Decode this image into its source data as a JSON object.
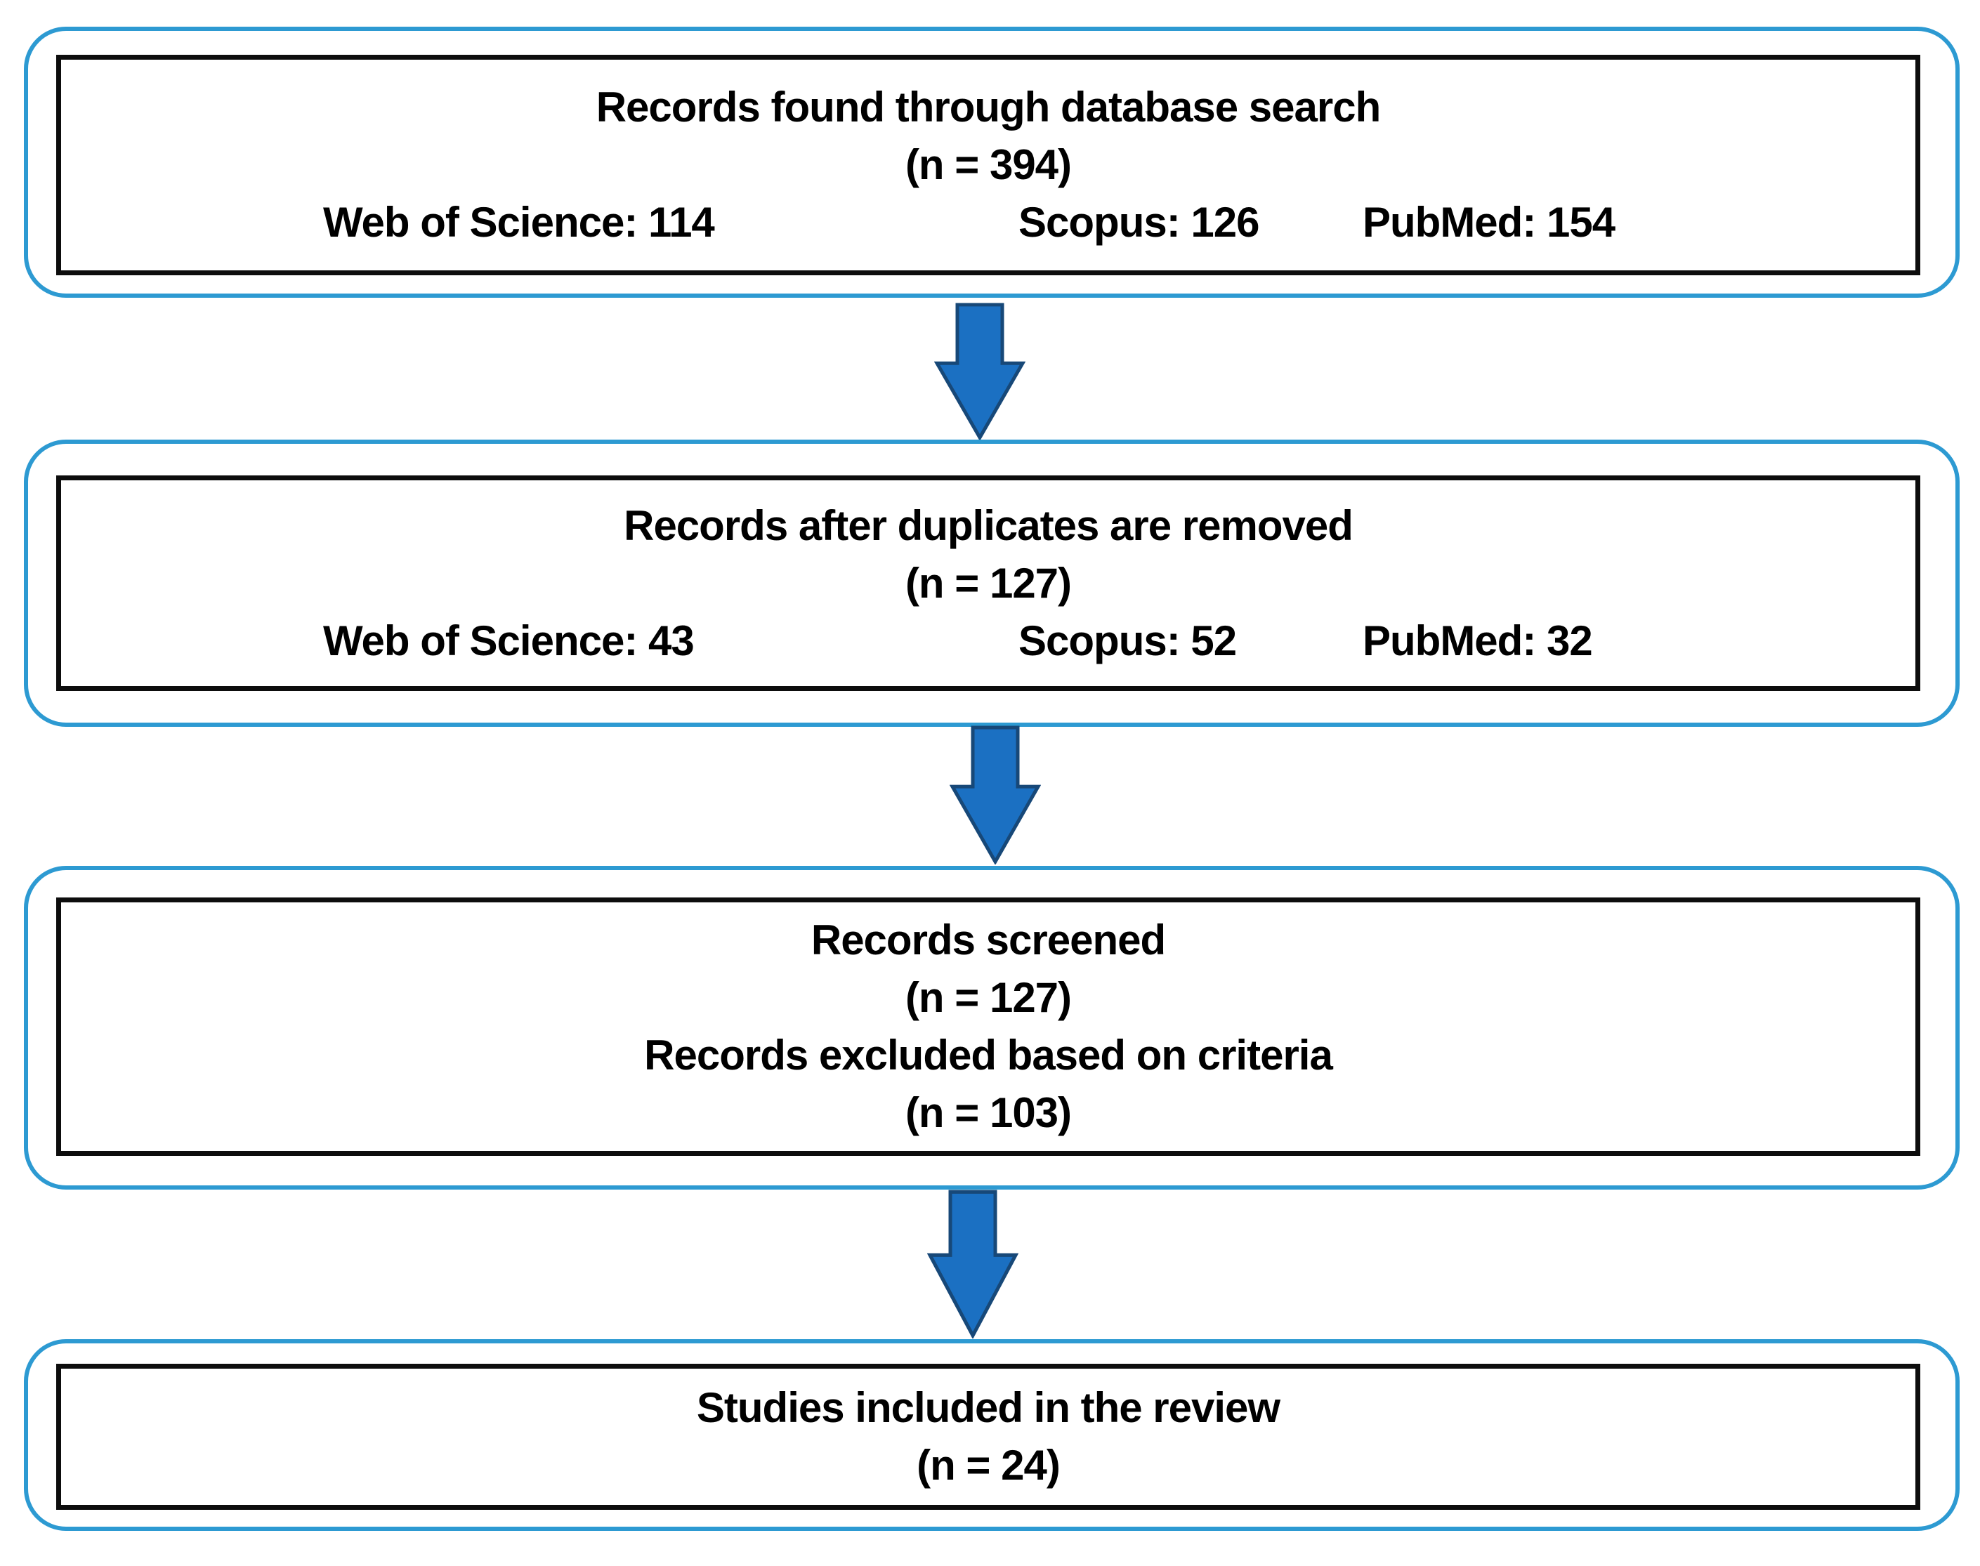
{
  "diagram": {
    "boxes": [
      {
        "title": "Records found through database search",
        "count": "(n = 394)",
        "sources": [
          "Web of Science: 114",
          "Scopus: 126",
          "PubMed: 154"
        ]
      },
      {
        "title": "Records after duplicates are removed",
        "count": "(n = 127)",
        "sources": [
          "Web of Science: 43",
          "Scopus: 52",
          "PubMed: 32"
        ]
      },
      {
        "lines": [
          "Records screened",
          "(n = 127)",
          "Records excluded based on criteria",
          "(n = 103)"
        ]
      },
      {
        "title": "Studies included in the review",
        "count": "(n = 24)"
      }
    ],
    "colors": {
      "outer_border": "#2d9ad2",
      "inner_border": "#0d0d0d",
      "arrow_fill": "#1b70c2",
      "arrow_stroke": "#174878",
      "text_color": "#000000",
      "page_bg": "#ffffff"
    }
  }
}
